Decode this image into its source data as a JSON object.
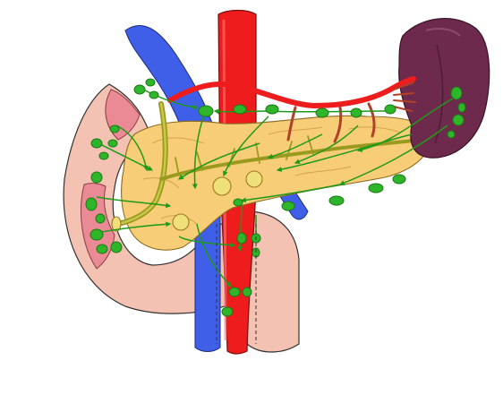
{
  "figure": {
    "structures": [
      "duodenum",
      "pancreas",
      "spleen",
      "aorta",
      "inferior-vena-cava",
      "splenic-artery",
      "lymph-nodes",
      "lymphatic-vessels",
      "pancreatic-duct",
      "bile-duct"
    ]
  },
  "colors": {
    "background": "#ffffff",
    "artery": "#ee1c1c",
    "vein": "#3f5fe8",
    "pancreas": "#f7cd78",
    "duodenum": "#f4c2b2",
    "duodenum_mucosa": "#e98a94",
    "spleen": "#6e2a4d",
    "lymph": "#2fb52a",
    "lymph_vessel": "#1f9a18",
    "duct": "#9a9a1e"
  }
}
